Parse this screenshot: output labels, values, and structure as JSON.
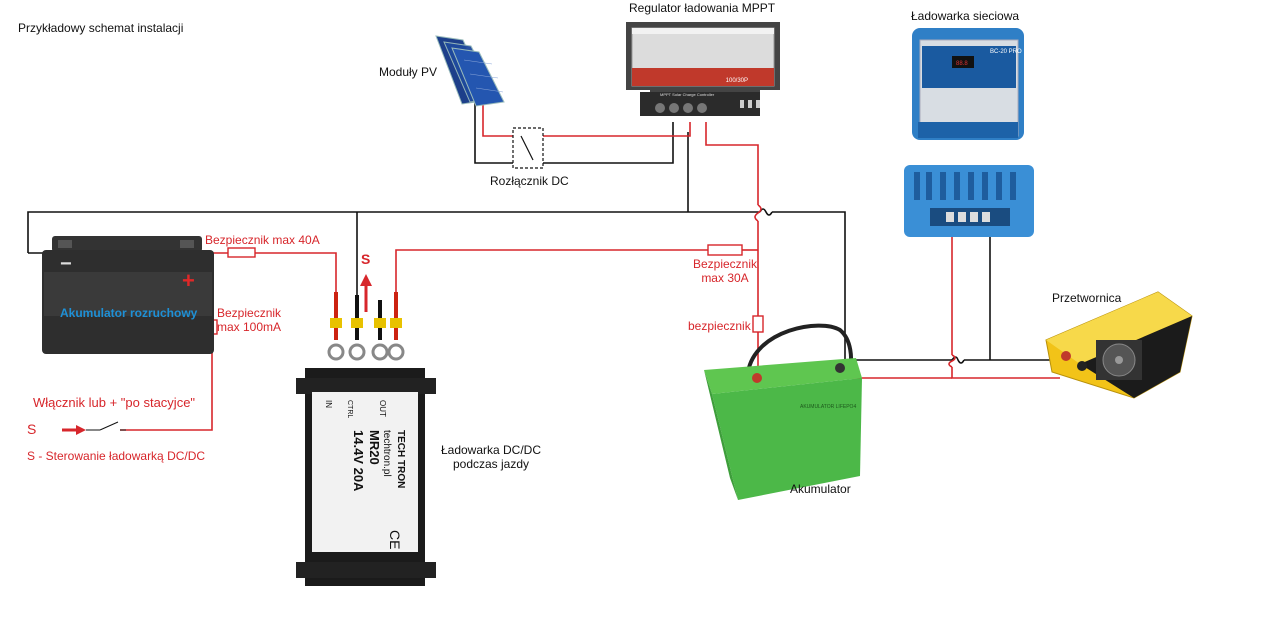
{
  "diagram": {
    "title": "Przykładowy schemat instalacji",
    "components": {
      "pv": "Moduły PV",
      "mppt": "Regulator ładowania MPPT",
      "dc_switch": "Rozłącznik DC",
      "grid_charger": "Ładowarka sieciowa",
      "starter_battery": "Akumulator rozruchowy",
      "dcdc_charger": "Ładowarka DC/DC\npodczas jazdy",
      "aux_battery": "Akumulator",
      "inverter": "Przetwornica"
    },
    "fuses": {
      "f40": "Bezpiecznik max 40A",
      "f100_line1": "Bezpiecznik",
      "f100_line2": "max 100mA",
      "f30_line1": "Bezpiecznik",
      "f30_line2": "max 30A",
      "small": "bezpiecznik"
    },
    "control": {
      "switch_label": "Włącznik lub + \"po stacyjce\"",
      "s_marker": "S",
      "s_legend": "S - Sterowanie ładowarką DC/DC",
      "s_top": "S"
    },
    "dcdc_device": {
      "brand": "TECH TRON",
      "site": "techtron.pl",
      "model": "MR20",
      "spec": "14.4V 20A",
      "in_label": "IN",
      "ctrl_label": "CTRL",
      "out_label": "OUT",
      "ce": "CE"
    },
    "mppt_device": {
      "model": "100/30P",
      "caption": "MPPT Solar Charge Controller"
    },
    "charger_device": {
      "model": "BC-20 PRO"
    },
    "battery_device": {
      "text": "AKUMULATOR LIFEPO4"
    },
    "colors": {
      "wire_red": "#d7262b",
      "wire_black": "#111111",
      "battery_green": "#4cb848",
      "charger_blue": "#2f7fc6",
      "inverter_yellow": "#f2c318"
    }
  }
}
